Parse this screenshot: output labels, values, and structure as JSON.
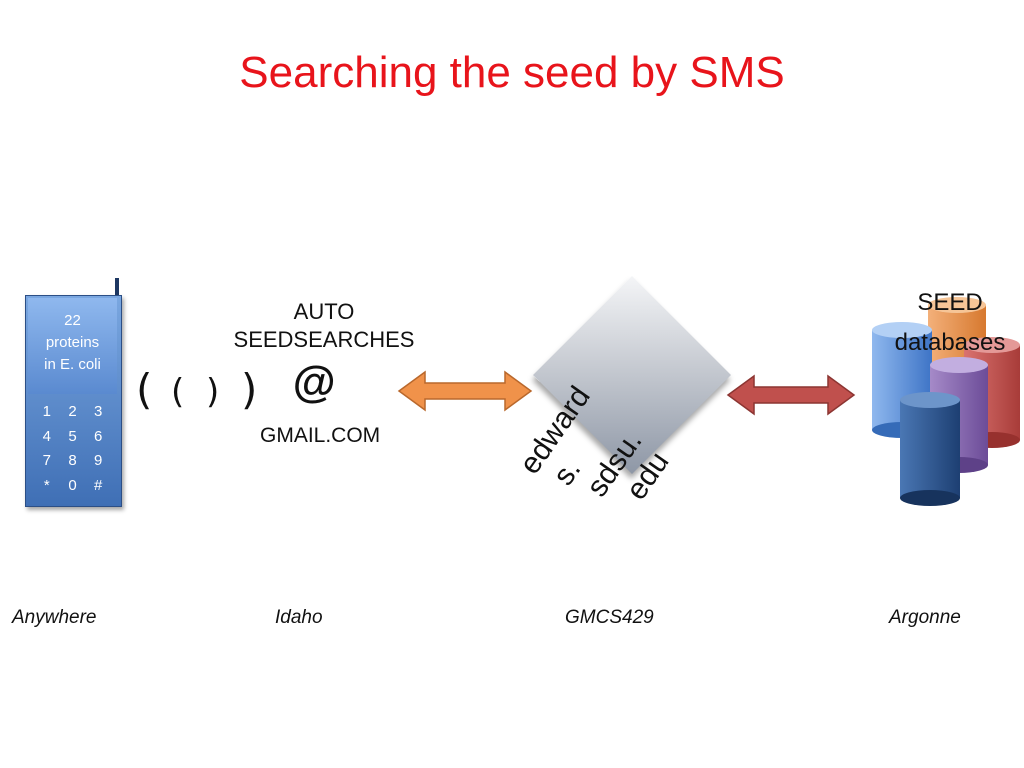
{
  "title": "Searching the seed by SMS",
  "phone": {
    "screen_lines": [
      "22",
      "proteins",
      "in E. coli"
    ],
    "keys": [
      [
        "1",
        "2",
        "3"
      ],
      [
        "4",
        "5",
        "6"
      ],
      [
        "7",
        "8",
        "9"
      ],
      [
        "*",
        "0",
        "#"
      ]
    ]
  },
  "signal": [
    "(",
    "(",
    ")",
    ")"
  ],
  "gateway": {
    "line1": "AUTO",
    "line2": "SEEDSEARCHES",
    "at": "@",
    "domain": "GMAIL.COM"
  },
  "server": {
    "lines": [
      "edward",
      "s.",
      "sdsu.",
      "edu"
    ]
  },
  "database": {
    "line1": "SEED",
    "line2": "databases"
  },
  "captions": [
    "Anywhere",
    "Idaho",
    "GMCS429",
    "Argonne"
  ],
  "colors": {
    "title": "#e8141b",
    "arrow_left": "#f0924a",
    "arrow_right": "#c0504d"
  }
}
